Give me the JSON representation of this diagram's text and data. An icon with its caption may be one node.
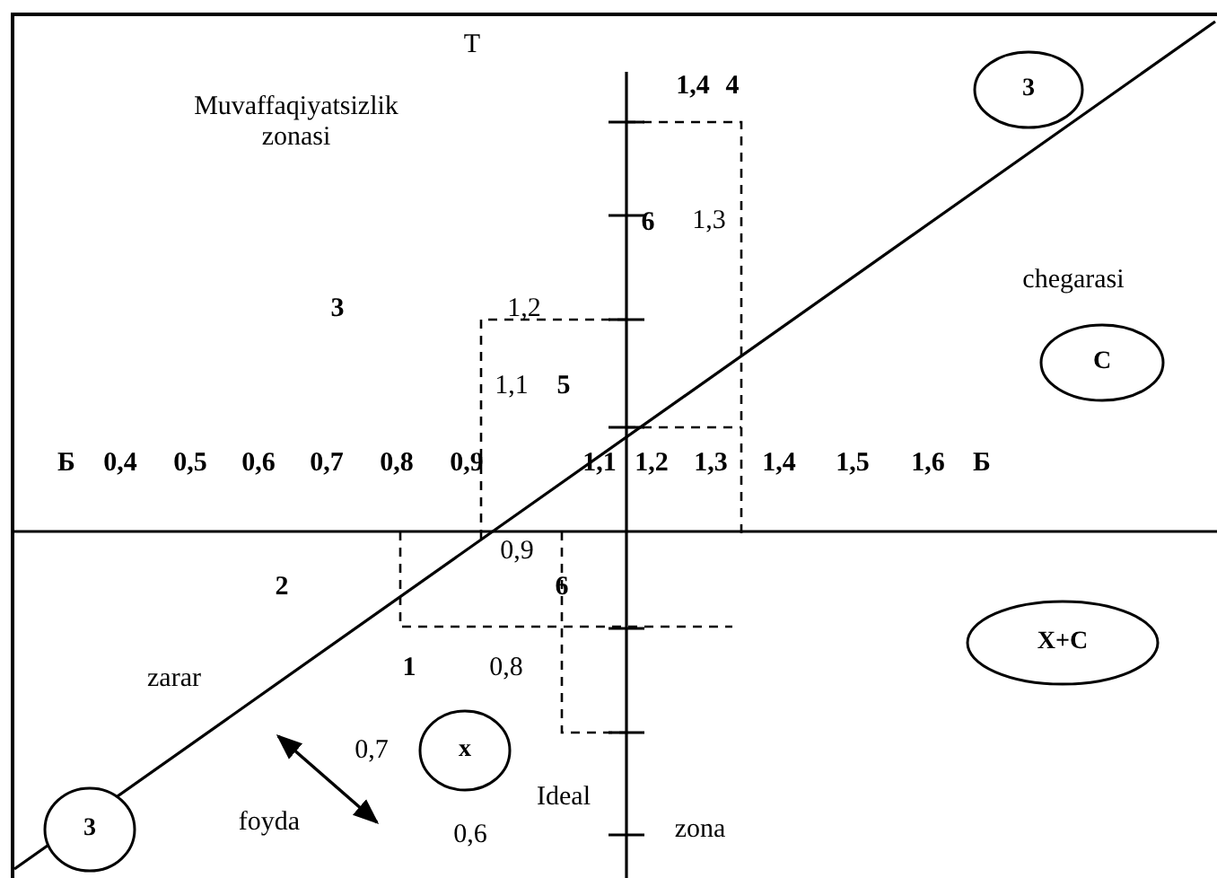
{
  "diagram": {
    "nodes": [
      {
        "text": [
          "3"
        ]
      },
      {
        "text": [
          "C"
        ]
      },
      {
        "text": [
          "X+C"
        ]
      },
      {
        "text": [
          "x"
        ]
      },
      {
        "text": [
          "3"
        ]
      }
    ],
    "labels": [
      "T",
      "Muvaffaqiyatsizlik zonasi",
      "1,4",
      "4",
      "6",
      "1,3",
      "chegarasi",
      "3",
      "1,2",
      "1,1",
      "5",
      "Б",
      "0,4",
      "0,5",
      "0,6",
      "0,7",
      "0,8",
      "0,9",
      "1,1",
      "1,2",
      "1,3",
      "1,4",
      "1,5",
      "1,6",
      "Б",
      "0,9",
      "2",
      "6",
      "zarar",
      "1",
      "0,8",
      "0,7",
      "Ideal",
      "foyda",
      "0,6",
      "zona"
    ]
  }
}
